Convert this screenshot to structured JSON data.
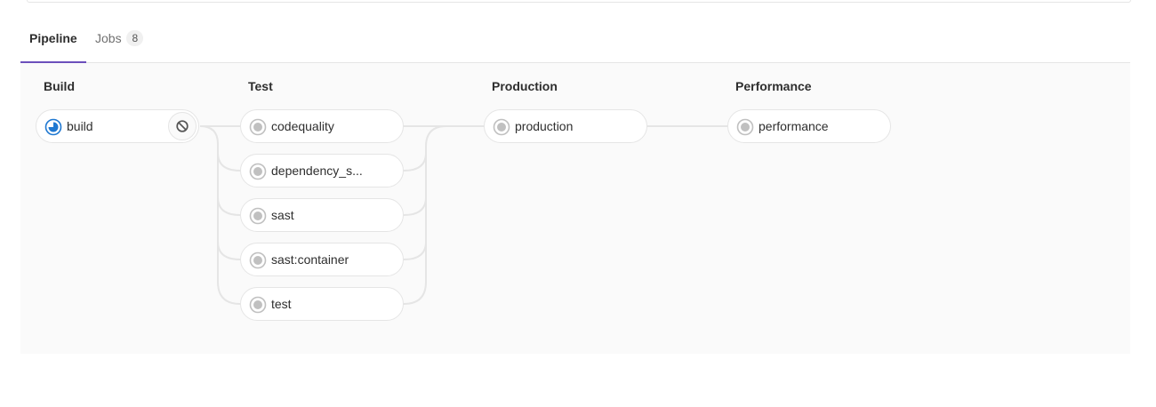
{
  "tabs": {
    "pipeline_label": "Pipeline",
    "jobs_label": "Jobs",
    "jobs_count": "8"
  },
  "stages": [
    {
      "title": "Build",
      "jobs": [
        {
          "name": "build",
          "status": "running-icon",
          "action": "cancel-icon"
        }
      ]
    },
    {
      "title": "Test",
      "jobs": [
        {
          "name": "codequality",
          "status": "created-icon"
        },
        {
          "name": "dependency_s...",
          "status": "created-icon"
        },
        {
          "name": "sast",
          "status": "created-icon"
        },
        {
          "name": "sast:container",
          "status": "created-icon"
        },
        {
          "name": "test",
          "status": "created-icon"
        }
      ]
    },
    {
      "title": "Production",
      "jobs": [
        {
          "name": "production",
          "status": "created-icon"
        }
      ]
    },
    {
      "title": "Performance",
      "jobs": [
        {
          "name": "performance",
          "status": "created-icon"
        }
      ]
    }
  ],
  "colors": {
    "accent": "#6b4fbb",
    "running": "#1f78d1",
    "created": "#c0c0c0",
    "connector": "#e5e5e5"
  }
}
